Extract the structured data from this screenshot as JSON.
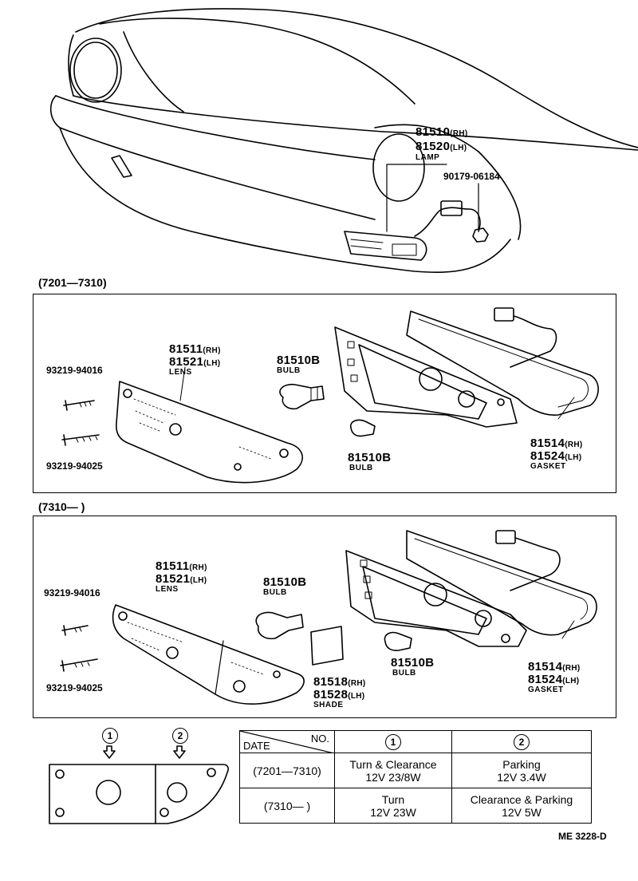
{
  "top": {
    "lamp_rh": "81510",
    "lamp_rh_suffix": "(RH)",
    "lamp_lh": "81520",
    "lamp_lh_suffix": "(LH)",
    "lamp_label": "LAMP",
    "nut_part": "90179-06184"
  },
  "panel1": {
    "date_range": "(7201—7310)",
    "screw_top": "93219-94016",
    "screw_bottom": "93219-94025",
    "lens_rh": "81511",
    "lens_rh_suffix": "(RH)",
    "lens_lh": "81521",
    "lens_lh_suffix": "(LH)",
    "lens_label": "LENS",
    "bulb_a": "81510B",
    "bulb_a_label": "BULB",
    "bulb_b": "81510B",
    "bulb_b_label": "BULB",
    "gasket_rh": "81514",
    "gasket_rh_suffix": "(RH)",
    "gasket_lh": "81524",
    "gasket_lh_suffix": "(LH)",
    "gasket_label": "GASKET"
  },
  "panel2": {
    "date_range": "(7310—        )",
    "screw_top": "93219-94016",
    "screw_bottom": "93219-94025",
    "lens_rh": "81511",
    "lens_rh_suffix": "(RH)",
    "lens_lh": "81521",
    "lens_lh_suffix": "(LH)",
    "lens_label": "LENS",
    "bulb_a": "81510B",
    "bulb_a_label": "BULB",
    "bulb_b": "81510B",
    "bulb_b_label": "BULB",
    "shade_rh": "81518",
    "shade_rh_suffix": "(RH)",
    "shade_lh": "81528",
    "shade_lh_suffix": "(LH)",
    "shade_label": "SHADE",
    "gasket_rh": "81514",
    "gasket_rh_suffix": "(RH)",
    "gasket_lh": "81524",
    "gasket_lh_suffix": "(LH)",
    "gasket_label": "GASKET"
  },
  "legend": {
    "marker_1": "1",
    "marker_2": "2"
  },
  "table": {
    "header_no": "NO.",
    "header_date": "DATE",
    "col1": "1",
    "col2": "2",
    "rows": [
      {
        "date": "(7201—7310)",
        "c1_line1": "Turn & Clearance",
        "c1_line2": "12V 23/8W",
        "c2_line1": "Parking",
        "c2_line2": "12V 3.4W"
      },
      {
        "date": "(7310—        )",
        "c1_line1": "Turn",
        "c1_line2": "12V 23W",
        "c2_line1": "Clearance & Parking",
        "c2_line2": "12V 5W"
      }
    ]
  },
  "footer": {
    "code": "ME 3228-D"
  }
}
